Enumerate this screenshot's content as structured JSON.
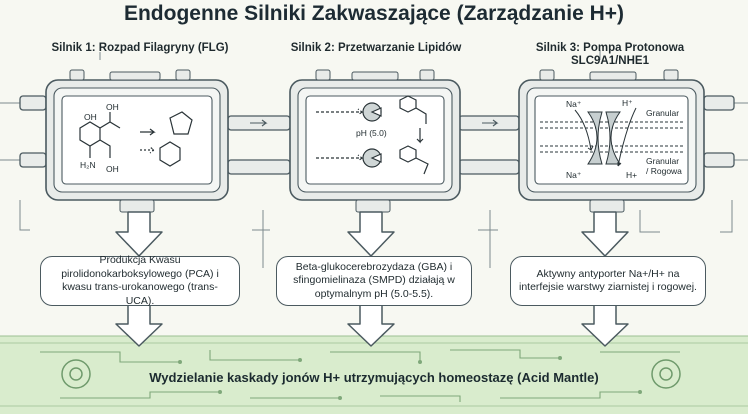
{
  "title": "Endogenne Silniki Zakwaszające (Zarządzanie H+)",
  "engines": [
    {
      "title": "Silnik 1: Rozpad Filagryny (FLG)",
      "description": "Produkcja Kwasu pirolidonokarboksylowego (PCA) i kwasu trans-urokanowego (trans-UCA)."
    },
    {
      "title": "Silnik 2: Przetwarzanie Lipidów",
      "description": "Beta-glukocerebrozydaza (GBA) i sfingomielinaza (SMPD) działają w optymalnym pH (5.0-5.5).",
      "inner_label": "pH (5.0)"
    },
    {
      "title": "Silnik 3: Pompa Protonowa SLC9A1/NHE1",
      "description": "Aktywny antyporter Na+/H+ na interfejsie warstwy ziarnistej i rogowej.",
      "labels": {
        "na_top": "Na⁺",
        "h_top": "H⁺",
        "na_bottom": "Na⁺",
        "h_bottom": "H+",
        "granular": "Granular",
        "granular_rogowa_1": "Granular",
        "granular_rogowa_2": "/ Rogowa"
      }
    }
  ],
  "chem_labels": [
    "OH",
    "OH",
    "H₂N",
    "OH"
  ],
  "banner": "Wydzielanie kaskady jonów H+ utrzymujących homeostazę (Acid Mantle)",
  "colors": {
    "ink": "#4b5a60",
    "green_band": "#d6e9c9",
    "circuit": "#6f9a6c",
    "arrow_fill": "#ffffff"
  }
}
